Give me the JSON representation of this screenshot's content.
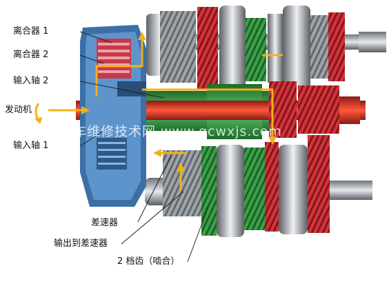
{
  "labels": {
    "clutch1": "离合器 1",
    "clutch2": "离合器 2",
    "input_shaft2": "输入轴 2",
    "engine": "发动机",
    "input_shaft1": "输入轴 1",
    "differential": "差速器",
    "output_to_differential": "输出到差速器",
    "gear2_engaged": "2 档齿（啮合）"
  },
  "watermark": "汽车维修技术网 www.qcwxjs.com",
  "colors": {
    "background": "#ffffff",
    "gear_steel": "#9aa0a6",
    "gear_red": "#c0282a",
    "gear_green": "#2e8b3a",
    "housing_blue": "#3a6ea8",
    "flow_arrow": "#f3b21a",
    "shaft_red": "#d83a2a"
  }
}
